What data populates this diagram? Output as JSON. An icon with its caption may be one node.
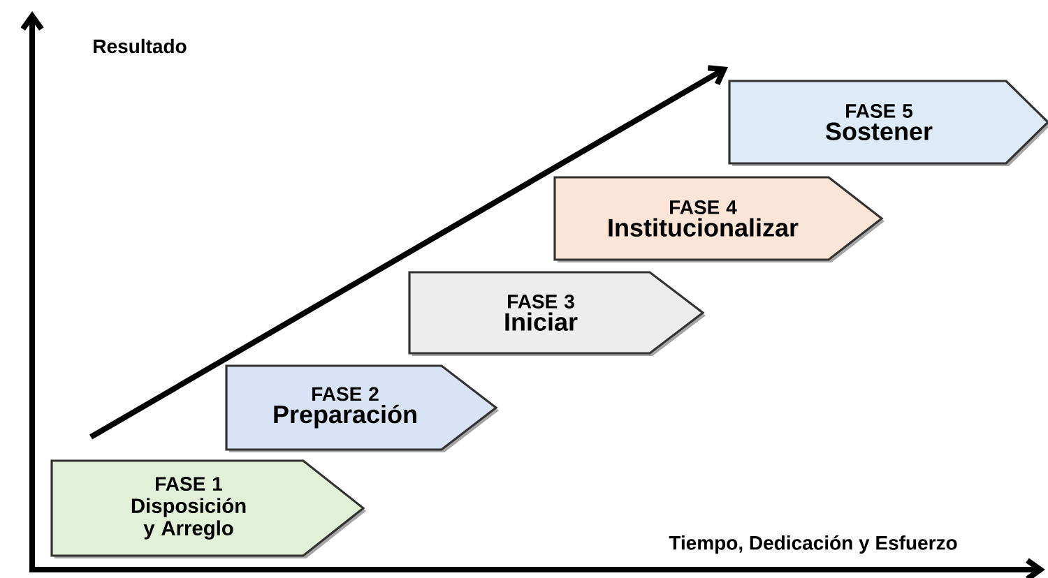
{
  "diagram": {
    "nodes": [
      {
        "text": [
          "FASE 1",
          "Disposición y Arreglo"
        ]
      },
      {
        "text": [
          "FASE 2",
          "Preparación"
        ]
      },
      {
        "text": [
          "FASE 3",
          "Iniciar"
        ]
      },
      {
        "text": [
          "FASE 4",
          "Institucionalizar"
        ]
      },
      {
        "text": [
          "FASE 5",
          "Sostener"
        ]
      }
    ],
    "labels": [
      "Resultado",
      "Tiempo, Dedicación y Esfuerzo"
    ]
  }
}
